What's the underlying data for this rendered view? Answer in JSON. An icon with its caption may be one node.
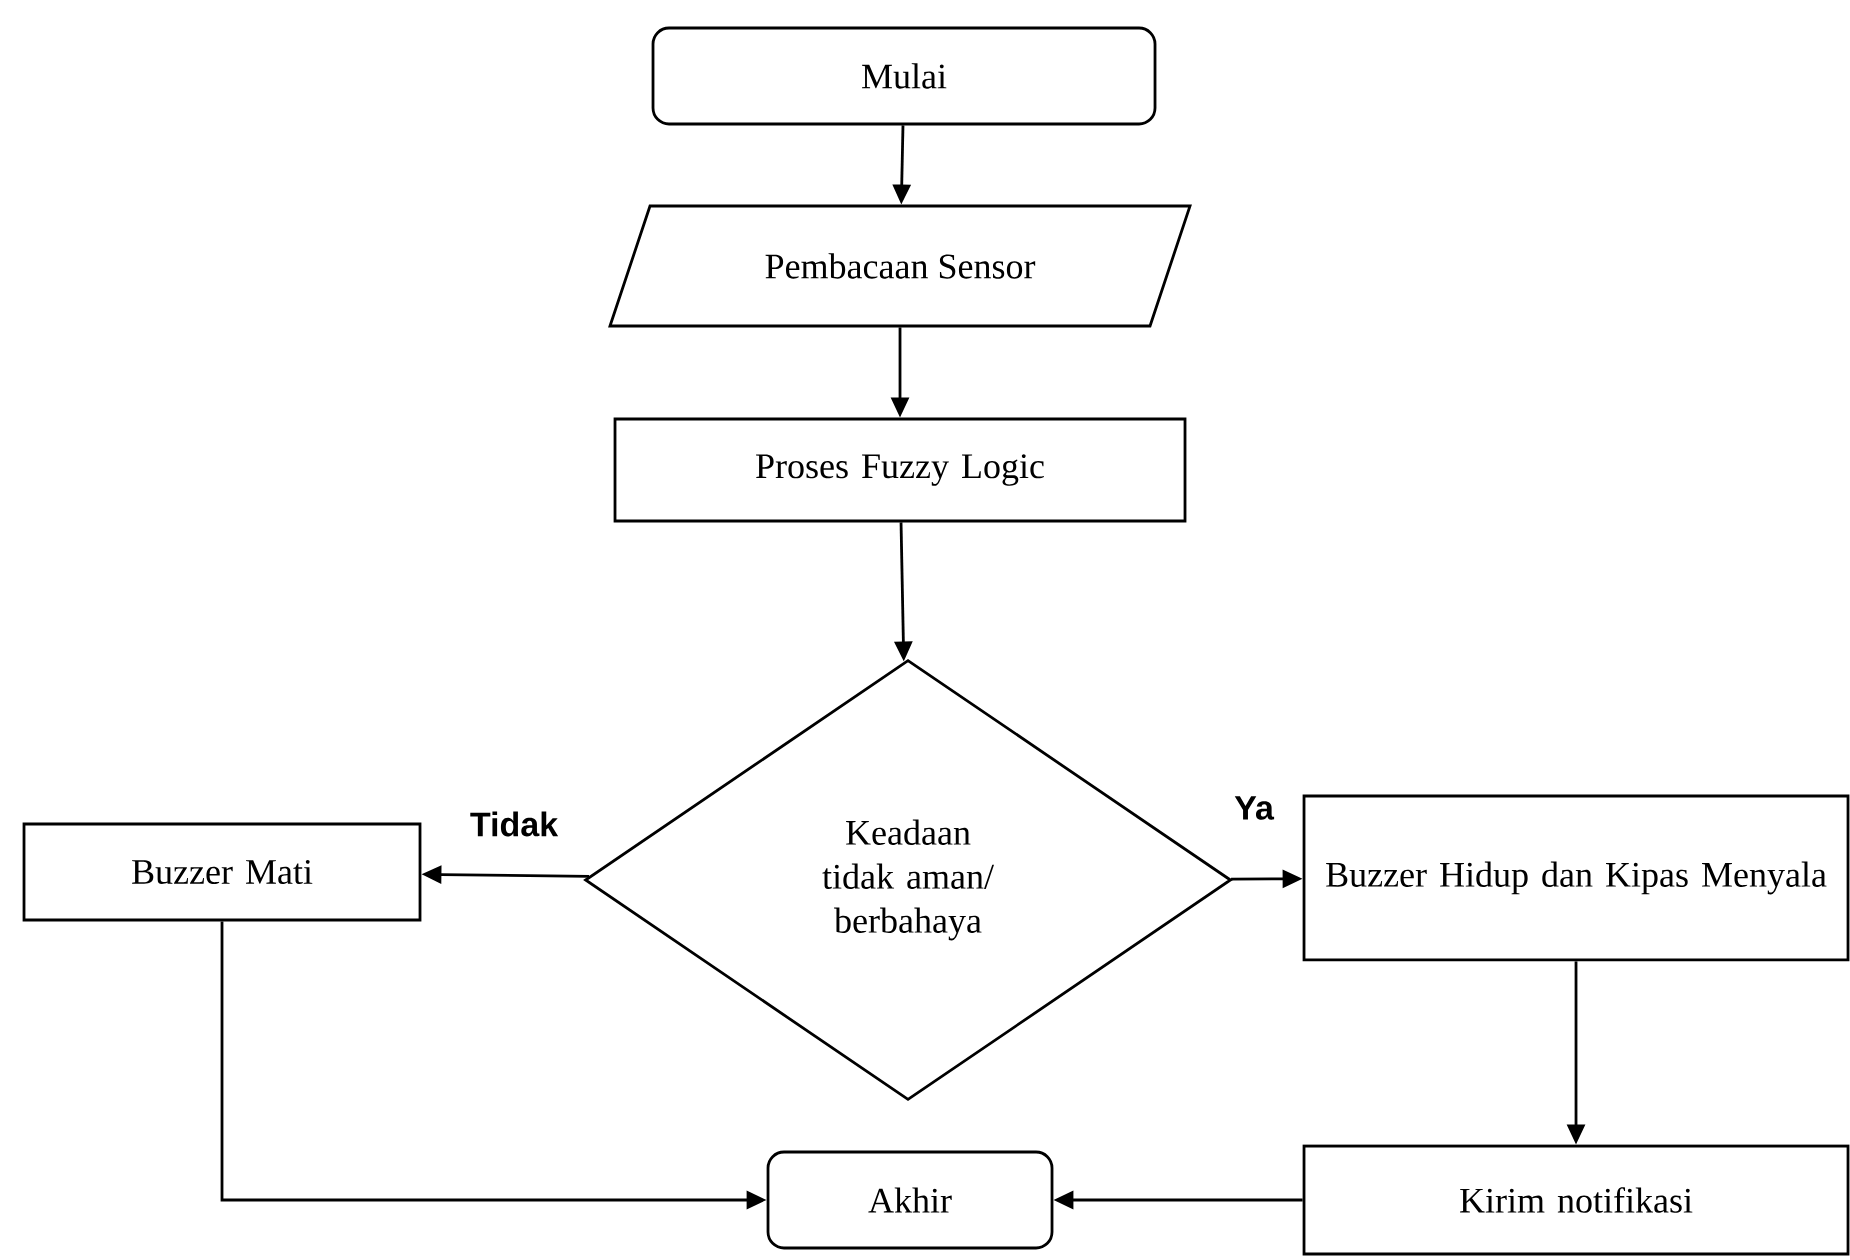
{
  "diagram": {
    "nodes": [
      {
        "text": [
          "Mulai"
        ]
      },
      {
        "text": [
          "Pembacaan Sensor"
        ]
      },
      {
        "text": [
          "Proses Fuzzy Logic"
        ]
      },
      {
        "text": [
          "Keadaan tidak aman/ berbahaya"
        ]
      },
      {
        "text": [
          "Buzzer Mati"
        ]
      },
      {
        "text": [
          "Buzzer Hidup dan Kipas Menyala"
        ]
      },
      {
        "text": [
          "Kirim notifikasi"
        ]
      },
      {
        "text": [
          "Akhir"
        ]
      }
    ],
    "edges": [
      {
        "from": 0,
        "to": 1,
        "arrow": "to"
      },
      {
        "from": 1,
        "to": 2,
        "arrow": "to"
      },
      {
        "from": 2,
        "to": 3,
        "arrow": "to"
      },
      {
        "from": 3,
        "to": 4,
        "arrow": "to",
        "label": "Tidak"
      },
      {
        "from": 3,
        "to": 5,
        "arrow": "to",
        "label": "Ya"
      },
      {
        "from": 5,
        "to": 6,
        "arrow": "to"
      },
      {
        "from": 4,
        "to": 7,
        "arrow": "to"
      },
      {
        "from": 6,
        "to": 7,
        "arrow": "to"
      }
    ]
  }
}
